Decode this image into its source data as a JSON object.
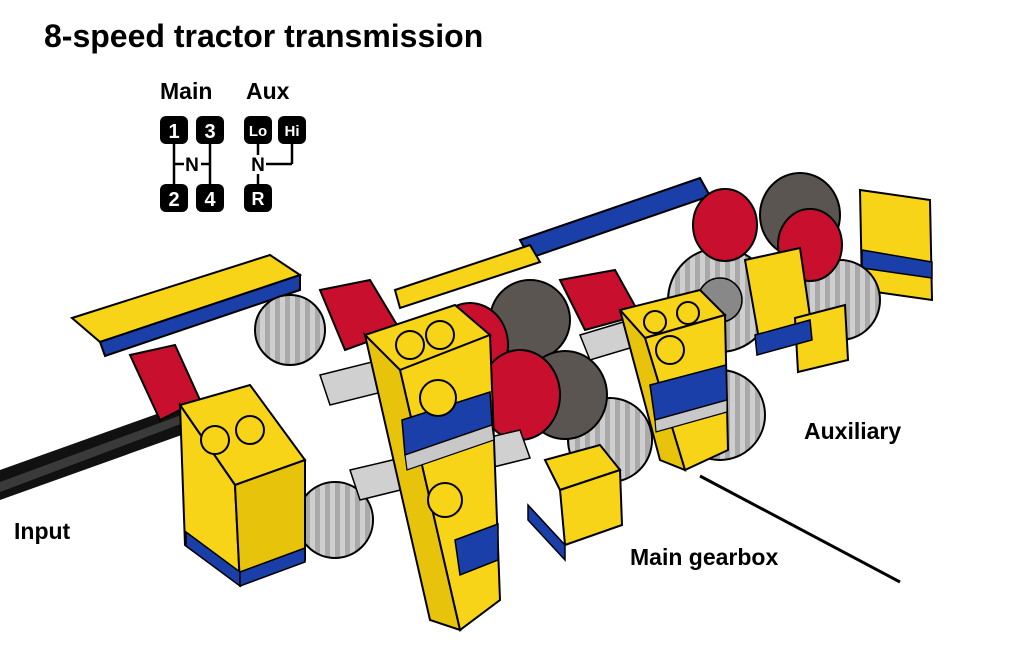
{
  "title": "8-speed tractor transmission",
  "shift_pattern": {
    "main": {
      "heading": "Main",
      "gears": [
        "1",
        "3",
        "2",
        "4"
      ],
      "neutral": "N"
    },
    "aux": {
      "heading": "Aux",
      "gears": [
        "Lo",
        "Hi",
        "R"
      ],
      "neutral": "N"
    }
  },
  "labels": {
    "input": "Input",
    "main_gearbox": "Main gearbox",
    "auxiliary": "Auxiliary"
  },
  "colors": {
    "brick_yellow": "#f7d417",
    "brick_red": "#c8102e",
    "plate_blue": "#1b3fa8",
    "gear_gray": "#b5b5b5",
    "axle_black": "#1a1a1a"
  }
}
